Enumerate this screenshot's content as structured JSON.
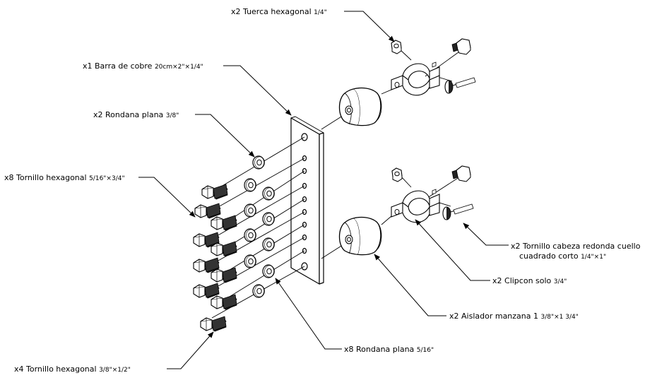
{
  "labels": {
    "tuerca": {
      "qty": "x2",
      "name": "Tuerca hexagonal",
      "size": "1/4\""
    },
    "barra": {
      "qty": "x1",
      "name": "Barra de cobre",
      "size": "20cm×2\"×1/4\""
    },
    "rondana38": {
      "qty": "x2",
      "name": "Rondana plana",
      "size": "3/8\""
    },
    "tornillo516": {
      "qty": "x8",
      "name": "Tornillo hexagonal",
      "size": "5/16\"×3/4\""
    },
    "tornillo_cab": {
      "qty": "x2",
      "name": "Tornillo cabeza redonda cuello",
      "name2": "cuadrado corto",
      "size": "1/4\"×1\""
    },
    "clipcon": {
      "qty": "x2",
      "name": "Clipcon solo",
      "size": "3/4\""
    },
    "aislador": {
      "qty": "x2",
      "name": "Aislador manzana 1",
      "size": "3/8\"×1 3/4\""
    },
    "rondana516": {
      "qty": "x8",
      "name": "Rondana plana",
      "size": "5/16\""
    },
    "tornillo38": {
      "qty": "x4",
      "name": "Tornillo hexagonal",
      "size": "3/8\"×1/2\""
    }
  }
}
